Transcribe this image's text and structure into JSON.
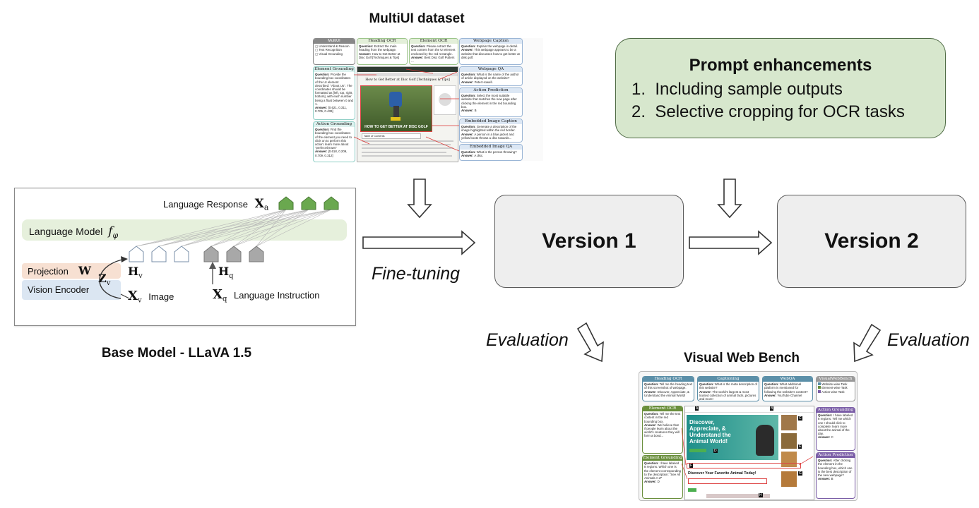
{
  "multiui": {
    "title": "MultiUI dataset",
    "thumb": {
      "legend_title": "MultiUI",
      "legend_items": [
        "Understand & Reason",
        "Text Recognition",
        "Visual Grounding"
      ],
      "heading_ocr": {
        "title": "Heading OCR",
        "q": "Extract the main heading from the webpage.",
        "a": "How to Get Better at Disc Golf [Techniques & Tips]"
      },
      "element_ocr": {
        "title": "Element OCR",
        "q": "Please extract the text content from the UI element enclosed by the red rectangle.",
        "a": "Best Disc Golf Putters ..."
      },
      "webpage_caption": {
        "title": "Webpage Caption",
        "q": "Explain the webpage in detail.",
        "a": "This webpage appears to be a website that discusses how to get better at disk golf."
      },
      "element_grounding": {
        "title": "Element Grounding",
        "q": "Provide the bounding box coordinates of the UI element described: \"About Us\". The coordinates should be formatted as [left, top, right, bottom], with each number being a float between 0 and 1.",
        "a": "[0.621, 0.311, 0.705, 0.439]"
      },
      "webpage_qa": {
        "title": "Webpage QA",
        "q": "What is the name of the author of article displayed on the website?",
        "a": "Peter Howell."
      },
      "action_prediction": {
        "title": "Action Prediction",
        "q": "Select the most suitable website that matches the new page after clicking the element in the red bounding box.",
        "a": "B"
      },
      "action_grounding": {
        "title": "Action Grounding",
        "q": "Find the bounding box coordinates of the element you need to click on to perform this action: learn more about \"perfect throws\"",
        "a": "[0.618, 0.209, 0.709, 0.312]"
      },
      "embedded_caption": {
        "title": "Embedded Image Caption",
        "q": "Generate a description of the image highlighted within the red border.",
        "a": "A person in a blue jacket and yellow boots throws a disc towards..."
      },
      "embedded_qa": {
        "title": "Embedded Image QA",
        "q": "What is the person throwing?",
        "a": "A disc."
      },
      "page_heading": "How to Get Better at Disc Golf [Techniques & Tips]",
      "image_banner": "HOW TO GET BETTER AT DISC GOLF",
      "toc": "Table of Contents"
    }
  },
  "prompt": {
    "title": "Prompt enhancements",
    "items": [
      "Including sample outputs",
      "Selective cropping for OCR tasks"
    ],
    "numbers": [
      "1.",
      "2."
    ]
  },
  "llava": {
    "caption": "Base Model - LLaVA 1.5",
    "language_response": "Language Response",
    "xa": "X",
    "xa_sub": "a",
    "language_model": "Language Model",
    "f": "f",
    "f_sub": "φ",
    "projection": "Projection",
    "w": "W",
    "vision_encoder": "Vision Encoder",
    "zv": "Z",
    "zv_sub": "v",
    "hv": "H",
    "hv_sub": "v",
    "hq": "H",
    "hq_sub": "q",
    "xv": "X",
    "xv_sub": "v",
    "image": "Image",
    "xq": "X",
    "xq_sub": "q",
    "language_instruction": "Language Instruction"
  },
  "flow": {
    "fine_tuning": "Fine-tuning",
    "version1": "Version 1",
    "version2": "Version 2",
    "evaluation_left": "Evaluation",
    "evaluation_right": "Evaluation"
  },
  "vwb": {
    "title": "Visual Web Bench",
    "thumb": {
      "heading_ocr": {
        "title": "Heading OCR",
        "q": "Tell me the heading text of this screenshot of webpage.",
        "a": "Discover, Appreciate, & Understand the Animal World!"
      },
      "captioning": {
        "title": "Captioning",
        "q": "What is the meta description of this website?",
        "a": "The world's largest & most trusted collection of animal facts, pictures and more!"
      },
      "webqa": {
        "title": "WebQA",
        "q": "What additional platform is mentioned for following the website's content?",
        "a": "YouTube Channel"
      },
      "legend_title": "VisualWebBench",
      "legend_items": [
        "Website-wise Task",
        "Element-wise Task",
        "Action-wise Task"
      ],
      "element_ocr": {
        "title": "Element OCR",
        "q": "Tell me the text content in the red bounding box.",
        "a": "We believe that if people learn about the world's creatures they will form a bond..."
      },
      "element_grounding": {
        "title": "Element Grounding",
        "q": "I have labeled 8 regions. Which one is the element corresponding to the description: \"See All Animals A-Z\"",
        "a": "D"
      },
      "action_grounding": {
        "title": "Action Grounding",
        "q": "I have labeled 8 regions. Tell me which one I should click to complete: learn more about the animal of the day.",
        "a": "C"
      },
      "action_prediction": {
        "title": "Action Prediction",
        "q": "After clicking the element in the bounding box, which one is the best description of the new webpage?",
        "a": "B"
      },
      "hero_heading": "Discover, Appreciate, & Understand the Animal World!",
      "section_heading": "Discover Your Favorite Animal Today!",
      "labels": [
        "A",
        "B",
        "C",
        "D",
        "E",
        "F",
        "G",
        "H"
      ]
    }
  },
  "colors": {
    "version_fill": "#eeeeee",
    "prompt_fill": "#d7e7cd",
    "lm_fill": "#e6f0dc",
    "projection_fill": "#f7e0d2",
    "vision_fill": "#dbe6f2",
    "response_token": "#6aa84f"
  }
}
